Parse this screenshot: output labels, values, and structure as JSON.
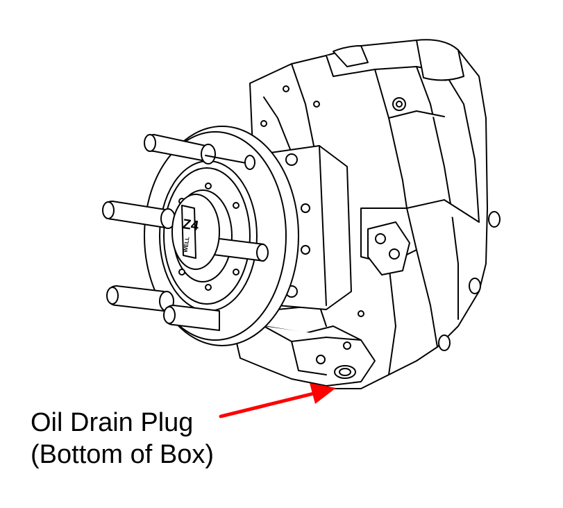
{
  "callout": {
    "line1": "Oil Drain Plug",
    "line2": "(Bottom of Box)",
    "arrow_color": "#ff0000"
  },
  "emblem": {
    "text": "Z4 WELL"
  },
  "colors": {
    "stroke": "#000000",
    "background": "#ffffff"
  }
}
